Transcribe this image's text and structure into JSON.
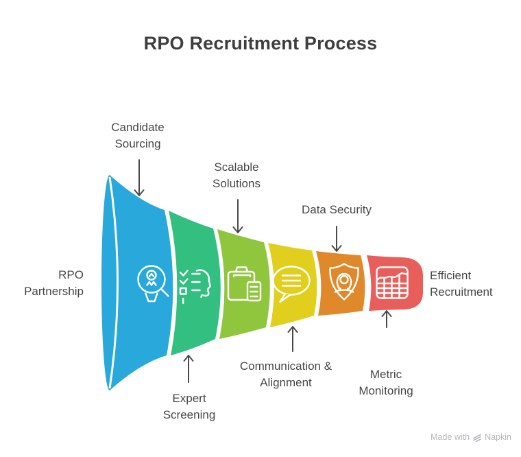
{
  "title": "RPO Recruitment Process",
  "colors": {
    "title_text": "#3E3E3E",
    "label_text": "#474747",
    "arrow": "#4A4A4A",
    "funnel_gap": "#FFFFFF",
    "watermark_text": "#B4B7BA"
  },
  "funnel": {
    "start_label": "RPO Partnership",
    "end_label": "Efficient Recruitment",
    "stages": [
      {
        "label": "Candidate Sourcing",
        "color": "#29A9DB",
        "icon": "magnifier-person-icon",
        "label_position": "top"
      },
      {
        "label": "Expert Screening",
        "color": "#33BF80",
        "icon": "checklist-head-icon",
        "label_position": "bottom"
      },
      {
        "label": "Scalable Solutions",
        "color": "#8FC63D",
        "icon": "briefcase-documents-icon",
        "label_position": "top"
      },
      {
        "label": "Communication & Alignment",
        "color": "#E2CF1D",
        "icon": "speech-bubble-icon",
        "label_position": "bottom"
      },
      {
        "label": "Data Security",
        "color": "#E0892B",
        "icon": "shield-person-icon",
        "label_position": "top"
      },
      {
        "label": "Metric Monitoring",
        "color": "#E85E5B",
        "icon": "chart-grid-icon",
        "label_position": "bottom"
      }
    ]
  },
  "watermark": {
    "text_prefix": "Made with",
    "brand": "Napkin"
  }
}
